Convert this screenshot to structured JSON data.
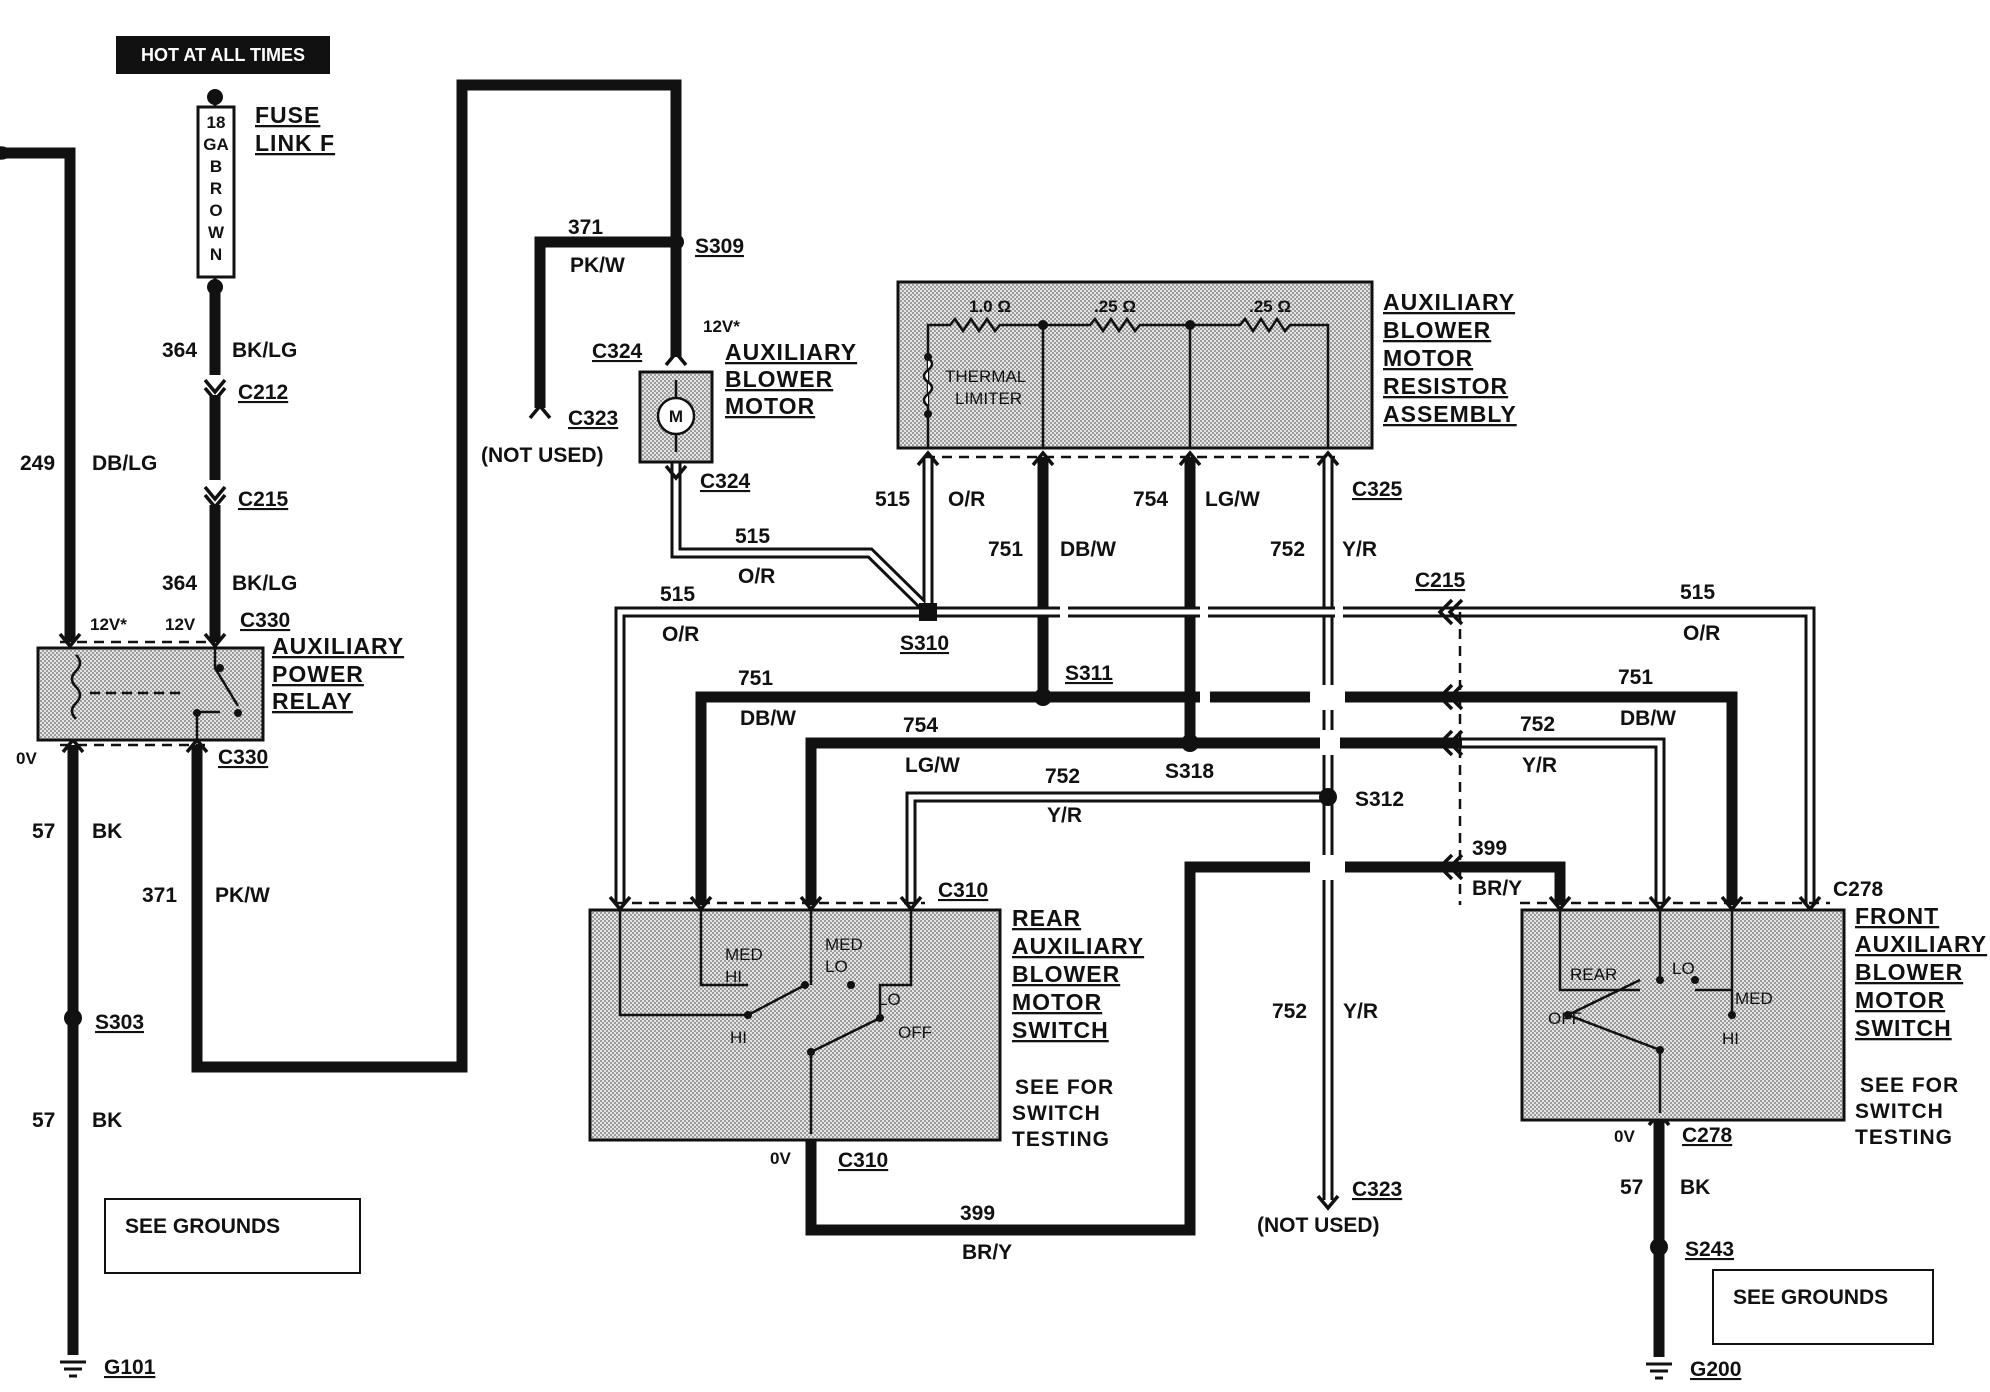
{
  "header": {
    "hot_label": "HOT AT ALL TIMES"
  },
  "fuse": {
    "name_lines": [
      "FUSE",
      "LINK F"
    ],
    "gauge_text": "18 GA BROWN"
  },
  "connectors": {
    "c212": "C212",
    "c215": "C215",
    "c330_top": "C330",
    "c330_bot": "C330",
    "c324_top": "C324",
    "c324_bot": "C324",
    "c323_left": "C323",
    "c325": "C325",
    "c215_right": "C215",
    "c310_top": "C310",
    "c310_bot": "C310",
    "c278_top": "C278",
    "c278_bot": "C278",
    "c323_bot": "C323"
  },
  "splices": {
    "s309": "S309",
    "s310": "S310",
    "s311": "S311",
    "s318": "S318",
    "s312": "S312",
    "s303": "S303",
    "s243": "S243"
  },
  "grounds": {
    "g101": "G101",
    "g200": "G200",
    "see_left": "SEE GROUNDS",
    "see_right": "SEE GROUNDS"
  },
  "not_used": {
    "left": "(NOT USED)",
    "bottom": "(NOT USED)"
  },
  "components": {
    "aux_power_relay": [
      "AUXILIARY",
      "POWER",
      "RELAY"
    ],
    "aux_blower_motor": [
      "AUXILIARY",
      "BLOWER",
      "MOTOR"
    ],
    "resistor_assembly": [
      "AUXILIARY",
      "BLOWER",
      "MOTOR",
      "RESISTOR",
      "ASSEMBLY"
    ],
    "rear_switch": [
      "REAR",
      "AUXILIARY",
      "BLOWER",
      "MOTOR",
      "SWITCH"
    ],
    "front_switch": [
      "FRONT",
      "AUXILIARY",
      "BLOWER",
      "MOTOR",
      "SWITCH"
    ],
    "see_for_rear": [
      "SEE FOR",
      "SWITCH",
      "TESTING"
    ],
    "see_for_front": [
      "SEE FOR",
      "SWITCH",
      "TESTING"
    ]
  },
  "resistor": {
    "r1": "1.0 Ω",
    "r2": ".25 Ω",
    "r3": ".25 Ω",
    "thermal": [
      "THERMAL",
      "LIMITER"
    ]
  },
  "motor_symbol": "M",
  "voltages": {
    "v12star_relay": "12V*",
    "v12_relay": "12V",
    "v12star_motor": "12V*",
    "v0_relay": "0V",
    "v0_c310": "0V",
    "v0_c278": "0V"
  },
  "switch_positions": {
    "rear": {
      "med_hi": [
        "MED",
        "HI"
      ],
      "med_lo": [
        "MED",
        "LO"
      ],
      "lo": "LO",
      "hi": "HI",
      "off": "OFF"
    },
    "front": {
      "rear": "REAR",
      "lo": "LO",
      "med": "MED",
      "off": "OFF",
      "hi": "HI"
    }
  },
  "wires": {
    "w249": {
      "circuit": "249",
      "color": "DB/LG"
    },
    "w364a": {
      "circuit": "364",
      "color": "BK/LG"
    },
    "w364b": {
      "circuit": "364",
      "color": "BK/LG"
    },
    "w57a": {
      "circuit": "57",
      "color": "BK"
    },
    "w57b": {
      "circuit": "57",
      "color": "BK"
    },
    "w57c": {
      "circuit": "57",
      "color": "BK"
    },
    "w371a": {
      "circuit": "371",
      "color": "PK/W"
    },
    "w371b": {
      "circuit": "371",
      "color": "PK/W"
    },
    "w515a": {
      "circuit": "515",
      "color": "O/R"
    },
    "w515b": {
      "circuit": "515",
      "color": "O/R"
    },
    "w515c": {
      "circuit": "515",
      "color": "O/R"
    },
    "w515d": {
      "circuit": "515",
      "color": "O/R"
    },
    "w751a": {
      "circuit": "751",
      "color": "DB/W"
    },
    "w751b": {
      "circuit": "751",
      "color": "DB/W"
    },
    "w751c": {
      "circuit": "751",
      "color": "DB/W"
    },
    "w754a": {
      "circuit": "754",
      "color": "LG/W"
    },
    "w754b": {
      "circuit": "754",
      "color": "LG/W"
    },
    "w752a": {
      "circuit": "752",
      "color": "Y/R"
    },
    "w752b": {
      "circuit": "752",
      "color": "Y/R"
    },
    "w752c": {
      "circuit": "752",
      "color": "Y/R"
    },
    "w752d": {
      "circuit": "752",
      "color": "Y/R"
    },
    "w399a": {
      "circuit": "399",
      "color": "BR/Y"
    },
    "w399b": {
      "circuit": "399",
      "color": "BR/Y"
    }
  },
  "colors": {
    "ink": "#111111",
    "shade": "#c9c9c9",
    "paper": "#ffffff"
  }
}
